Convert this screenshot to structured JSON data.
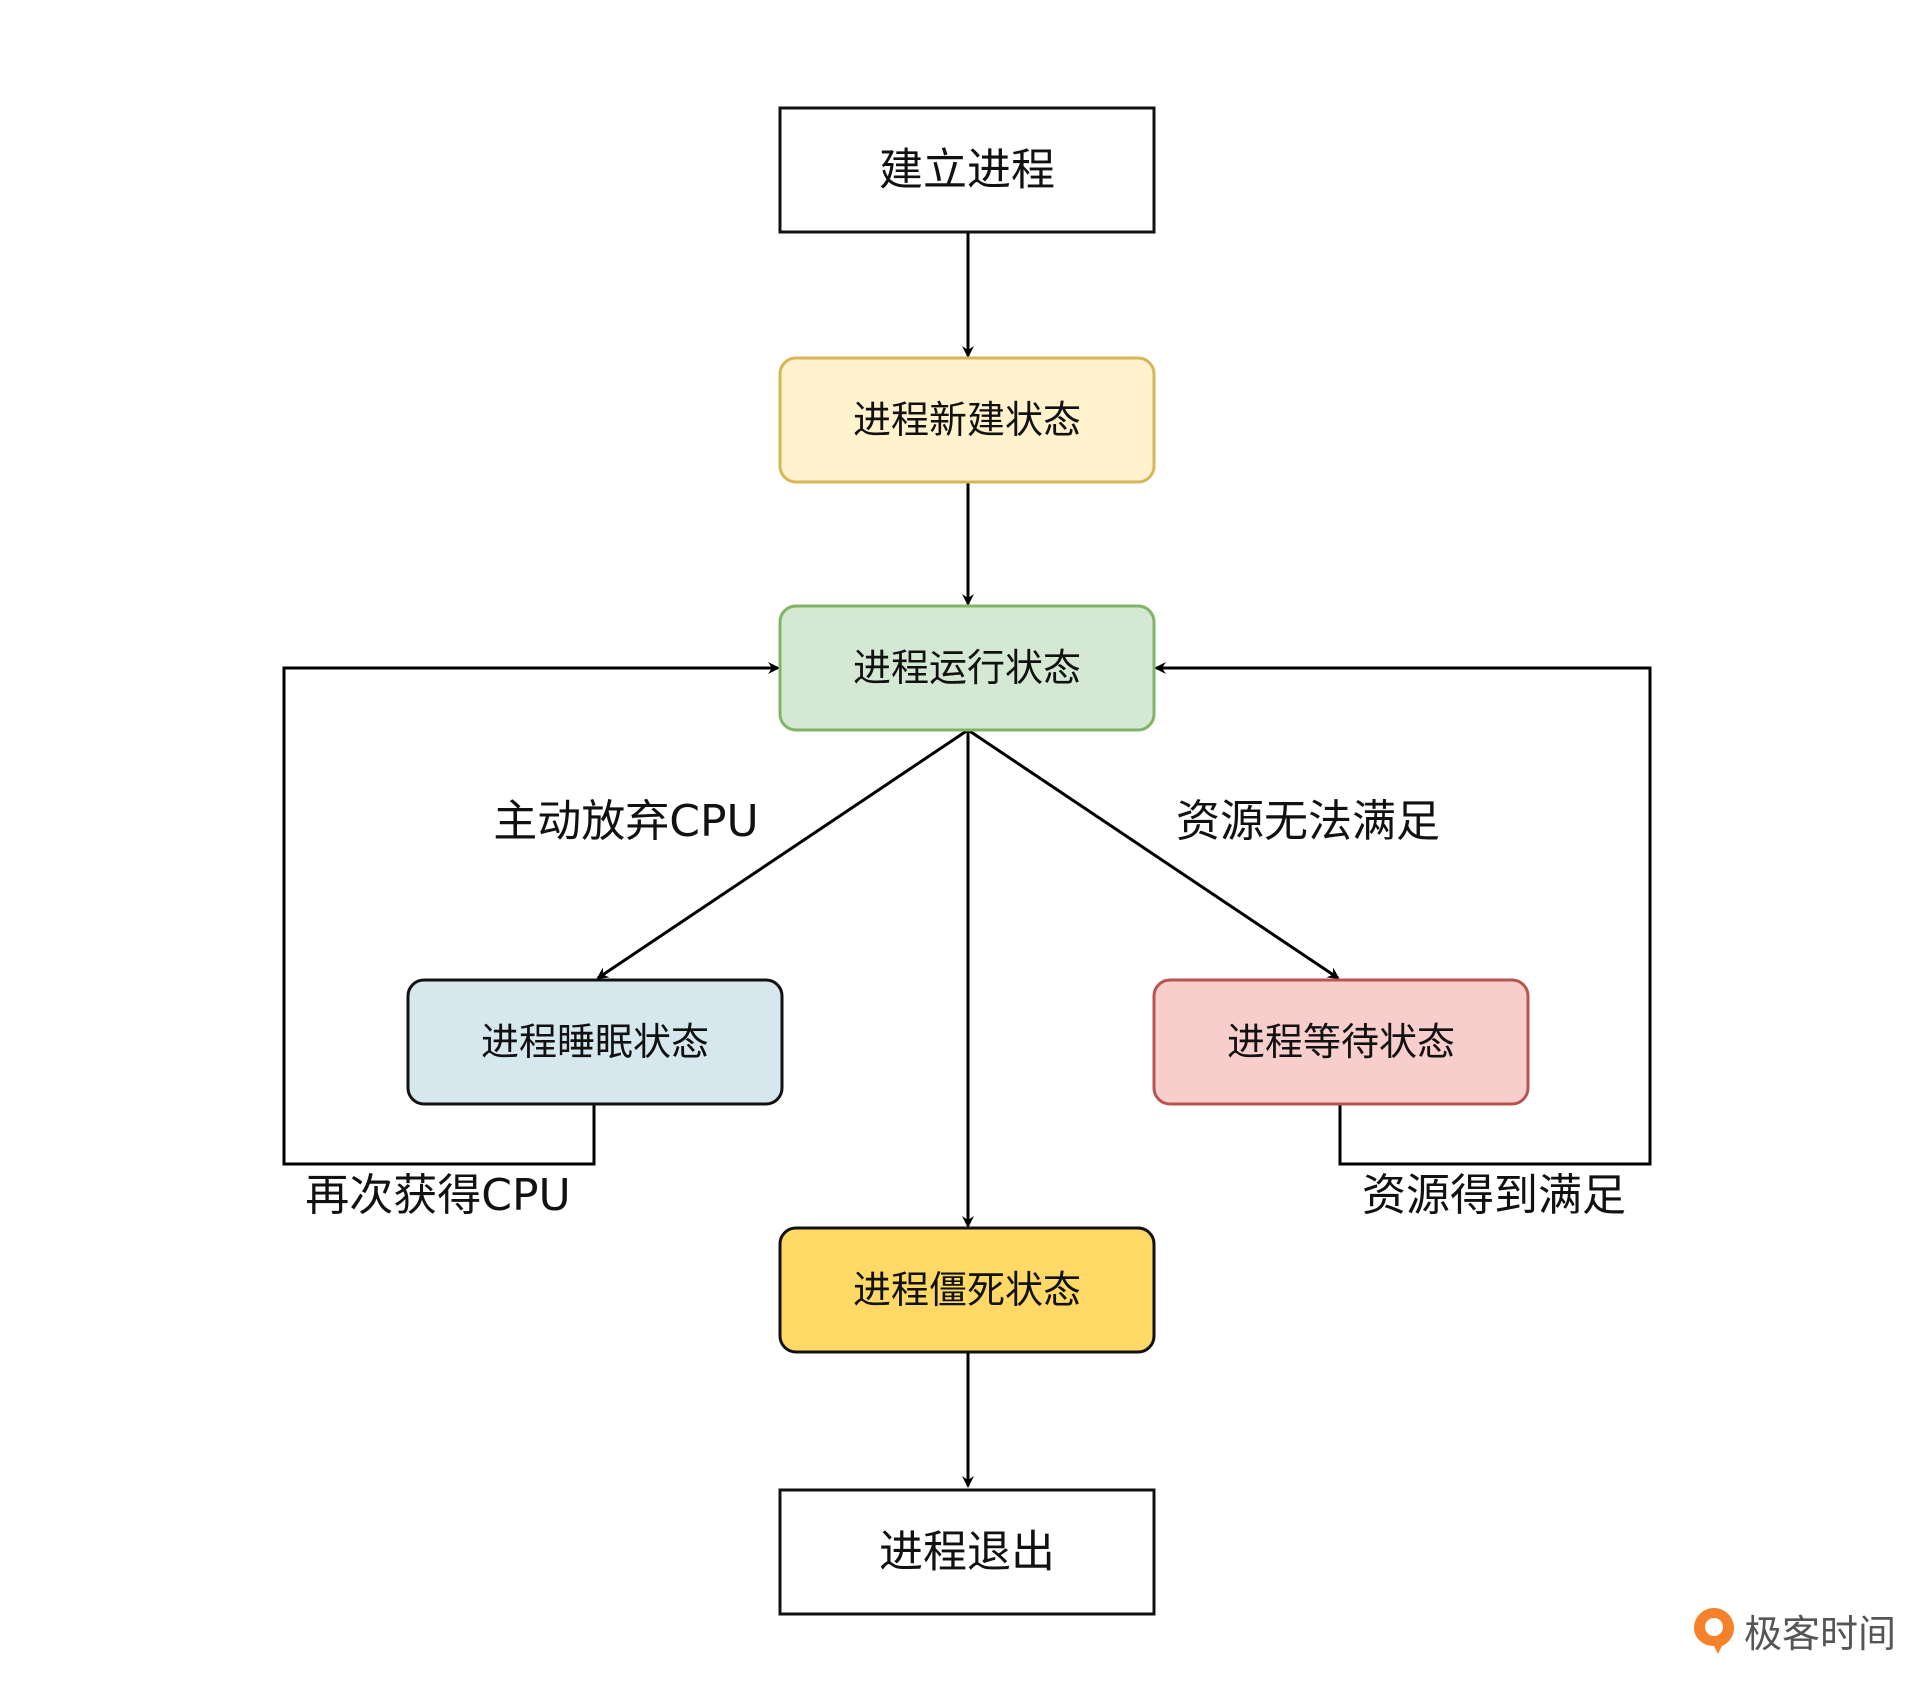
{
  "nodes": [
    {
      "id": "create",
      "label": "建立进程",
      "fill": "#ffffff",
      "stroke": "#111111"
    },
    {
      "id": "new",
      "label": "进程新建状态",
      "fill": "#fff2cc",
      "stroke": "#d6b656"
    },
    {
      "id": "running",
      "label": "进程运行状态",
      "fill": "#d5e8d4",
      "stroke": "#82b366"
    },
    {
      "id": "sleep",
      "label": "进程睡眠状态",
      "fill": "#d6e7ee",
      "stroke": "#111111"
    },
    {
      "id": "wait",
      "label": "进程等待状态",
      "fill": "#f8cecc",
      "stroke": "#b85450"
    },
    {
      "id": "zombie",
      "label": "进程僵死状态",
      "fill": "#ffd966",
      "stroke": "#111111"
    },
    {
      "id": "exit",
      "label": "进程退出",
      "fill": "#ffffff",
      "stroke": "#111111"
    }
  ],
  "edges": [
    {
      "id": "create-new",
      "from": "create",
      "to": "new",
      "label": ""
    },
    {
      "id": "new-running",
      "from": "new",
      "to": "running",
      "label": ""
    },
    {
      "id": "running-sleep",
      "from": "running",
      "to": "sleep",
      "label": "主动放弃CPU"
    },
    {
      "id": "running-wait",
      "from": "running",
      "to": "wait",
      "label": "资源无法满足"
    },
    {
      "id": "running-zombie",
      "from": "running",
      "to": "zombie",
      "label": ""
    },
    {
      "id": "sleep-running",
      "from": "sleep",
      "to": "running",
      "label": "再次获得CPU"
    },
    {
      "id": "wait-running",
      "from": "wait",
      "to": "running",
      "label": "资源得到满足"
    },
    {
      "id": "zombie-exit",
      "from": "zombie",
      "to": "exit",
      "label": ""
    }
  ],
  "watermark": {
    "text": "极客时间",
    "icon": "geektime-logo-icon",
    "accent": "#f5822a"
  }
}
